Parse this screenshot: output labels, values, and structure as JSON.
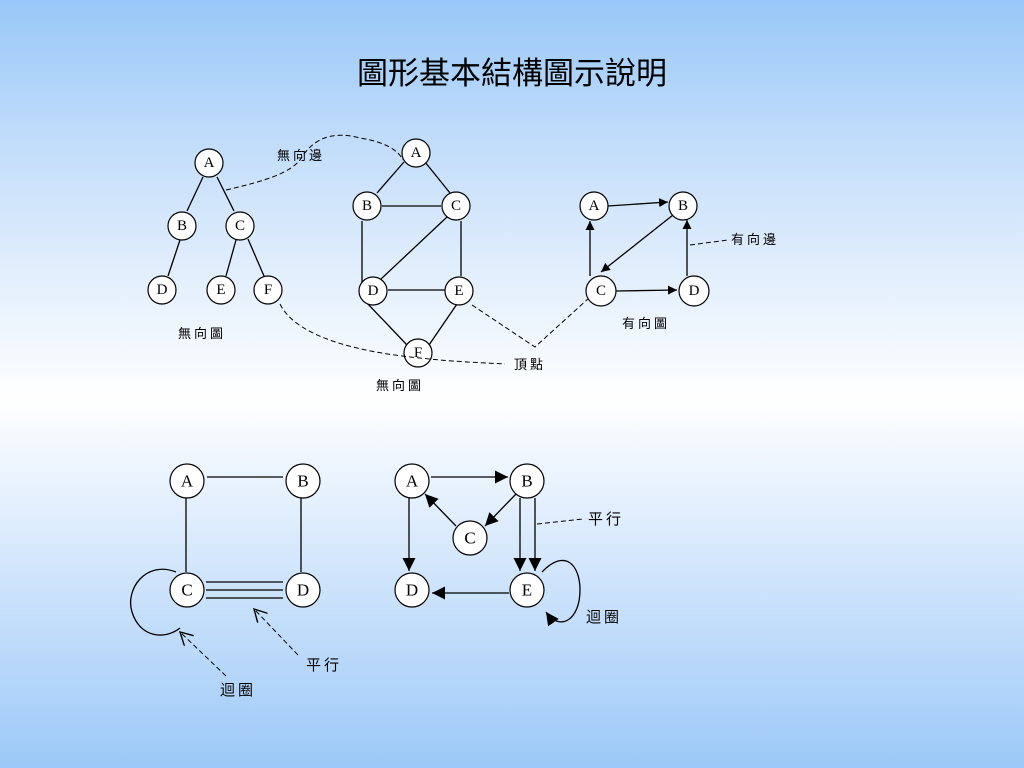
{
  "title": "圖形基本結構圖示說明",
  "diagrams": {
    "tree": {
      "nodes": [
        "A",
        "B",
        "C",
        "D",
        "E",
        "F"
      ],
      "caption": "無向圖"
    },
    "undirected_graph": {
      "nodes": [
        "A",
        "B",
        "C",
        "D",
        "E",
        "F"
      ],
      "caption": "無向圖"
    },
    "directed_graph": {
      "nodes": [
        "A",
        "B",
        "C",
        "D"
      ],
      "caption": "有向圖"
    },
    "multigraph_undirected": {
      "nodes": [
        "A",
        "B",
        "C",
        "D"
      ]
    },
    "multigraph_directed": {
      "nodes": [
        "A",
        "B",
        "C",
        "D",
        "E"
      ]
    }
  },
  "annotations": {
    "undirected_edge": "無向邊",
    "directed_edge": "有向邊",
    "vertex": "頂點",
    "parallel": "平行",
    "loop": "迴圈"
  }
}
